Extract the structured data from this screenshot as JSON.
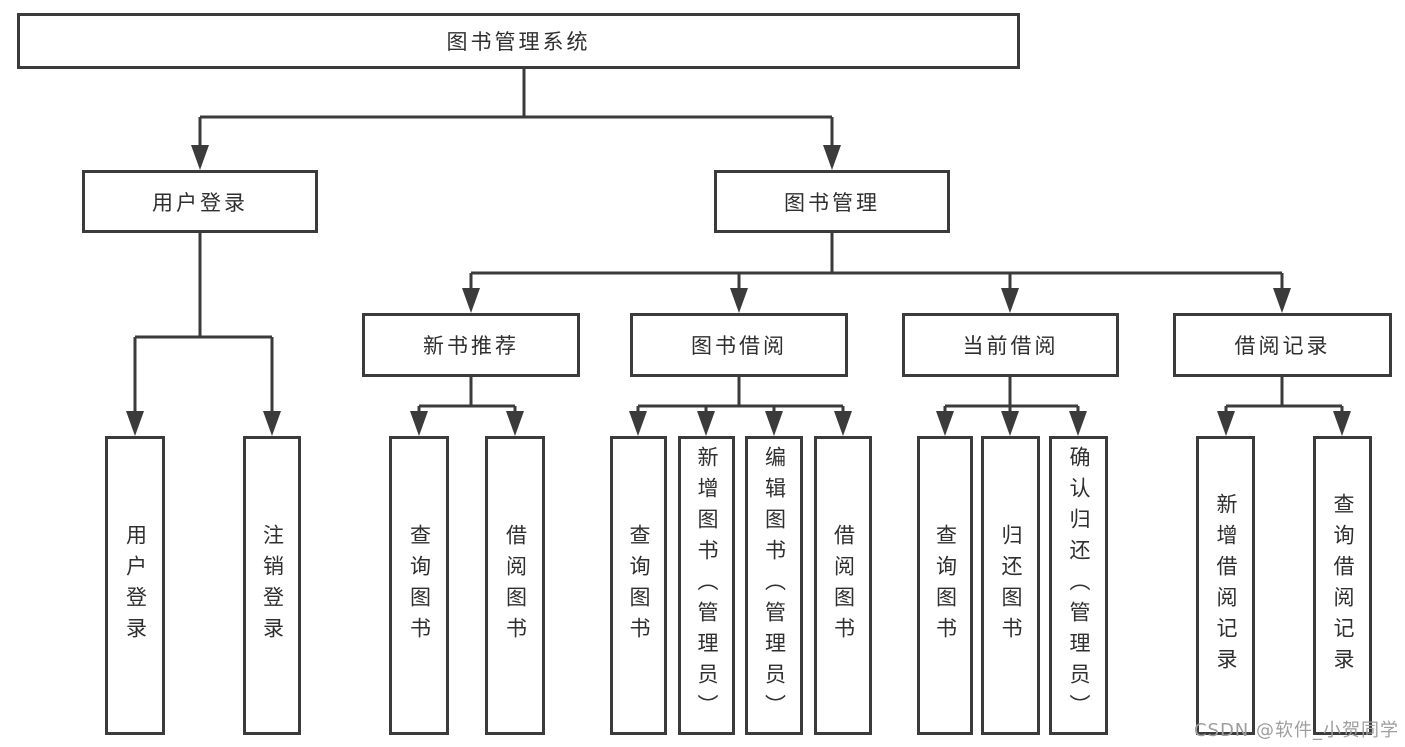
{
  "diagram_title": "图书管理系统",
  "tree": {
    "label": "图书管理系统",
    "children": [
      {
        "label": "用户登录",
        "children": [
          {
            "label": "用户登录"
          },
          {
            "label": "注销登录"
          }
        ]
      },
      {
        "label": "图书管理",
        "children": [
          {
            "label": "新书推荐",
            "children": [
              {
                "label": "查询图书"
              },
              {
                "label": "借阅图书"
              }
            ]
          },
          {
            "label": "图书借阅",
            "children": [
              {
                "label": "查询图书"
              },
              {
                "label": "新增图书（管理员）"
              },
              {
                "label": "编辑图书（管理员）"
              },
              {
                "label": "借阅图书"
              }
            ]
          },
          {
            "label": "当前借阅",
            "children": [
              {
                "label": "查询图书"
              },
              {
                "label": "归还图书"
              },
              {
                "label": "确认归还（管理员）"
              }
            ]
          },
          {
            "label": "借阅记录",
            "children": [
              {
                "label": "新增借阅记录"
              },
              {
                "label": "查询借阅记录"
              }
            ]
          }
        ]
      }
    ]
  },
  "watermark": "CSDN @软件_小贺同学",
  "colors": {
    "line": "#3b3b3b",
    "text": "#2f2f2f",
    "watermark": "#9e9e9e",
    "background": "#ffffff"
  }
}
